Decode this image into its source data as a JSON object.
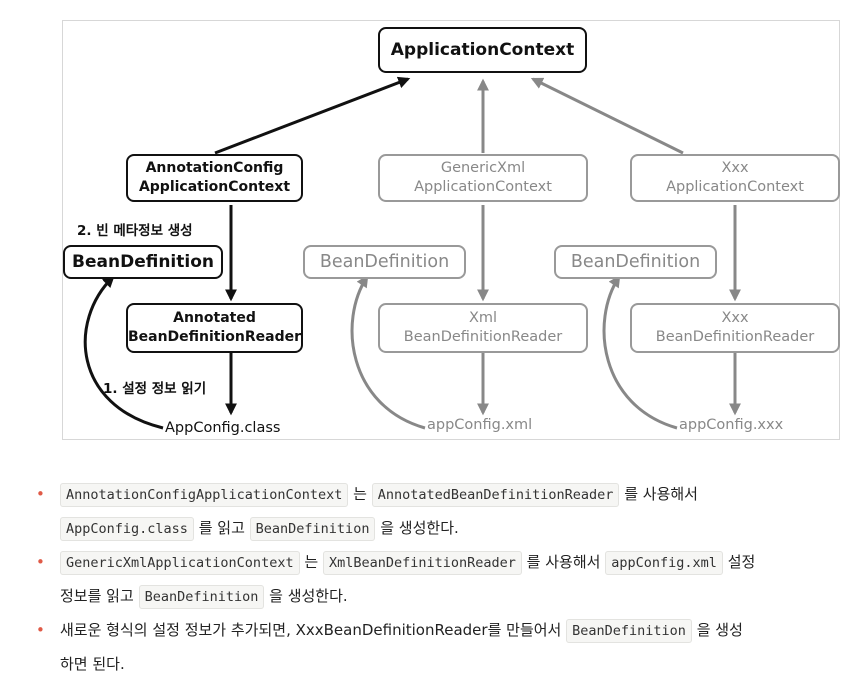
{
  "diagram": {
    "boxes": {
      "app_context": "ApplicationContext",
      "annotation_ctx_line1": "AnnotationConfig",
      "annotation_ctx_line2": "ApplicationContext",
      "generic_ctx_line1": "GenericXml",
      "generic_ctx_line2": "ApplicationContext",
      "xxx_ctx_line1": "Xxx",
      "xxx_ctx_line2": "ApplicationContext",
      "bean_def_1": "BeanDefinition",
      "bean_def_2": "BeanDefinition",
      "bean_def_3": "BeanDefinition",
      "annotated_reader_line1": "Annotated",
      "annotated_reader_line2": "BeanDefinitionReader",
      "xml_reader_line1": "Xml",
      "xml_reader_line2": "BeanDefinitionReader",
      "xxx_reader_line1": "Xxx",
      "xxx_reader_line2": "BeanDefinitionReader"
    },
    "labels": {
      "step2": "2. 빈 메타정보 생성",
      "step1": "1. 설정 정보 읽기"
    },
    "files": {
      "appconfig_class": "AppConfig.class",
      "appconfig_xml": "appConfig.xml",
      "appconfig_xxx": "appConfig.xxx"
    },
    "colors": {
      "active": "#111111",
      "inactive": "#888888"
    }
  },
  "bullets": [
    {
      "c1": "AnnotationConfigApplicationContext",
      "t1": "는",
      "c2": "AnnotatedBeanDefinitionReader",
      "t2": "를 사용해서",
      "c3": "AppConfig.class",
      "t3": "를 읽고",
      "c4": "BeanDefinition",
      "t4": "을 생성한다."
    },
    {
      "c1": "GenericXmlApplicationContext",
      "t1": "는",
      "c2": "XmlBeanDefinitionReader",
      "t2": "를 사용해서",
      "c3": "appConfig.xml",
      "t3": "설정",
      "t4": "정보를 읽고",
      "c5": "BeanDefinition",
      "t5": "을 생성한다."
    },
    {
      "t1": "새로운 형식의 설정 정보가 추가되면, XxxBeanDefinitionReader를 만들어서",
      "c1": "BeanDefinition",
      "t2": "을 생성",
      "t3": "하면 된다."
    }
  ],
  "bullet_color": "#e05a47"
}
